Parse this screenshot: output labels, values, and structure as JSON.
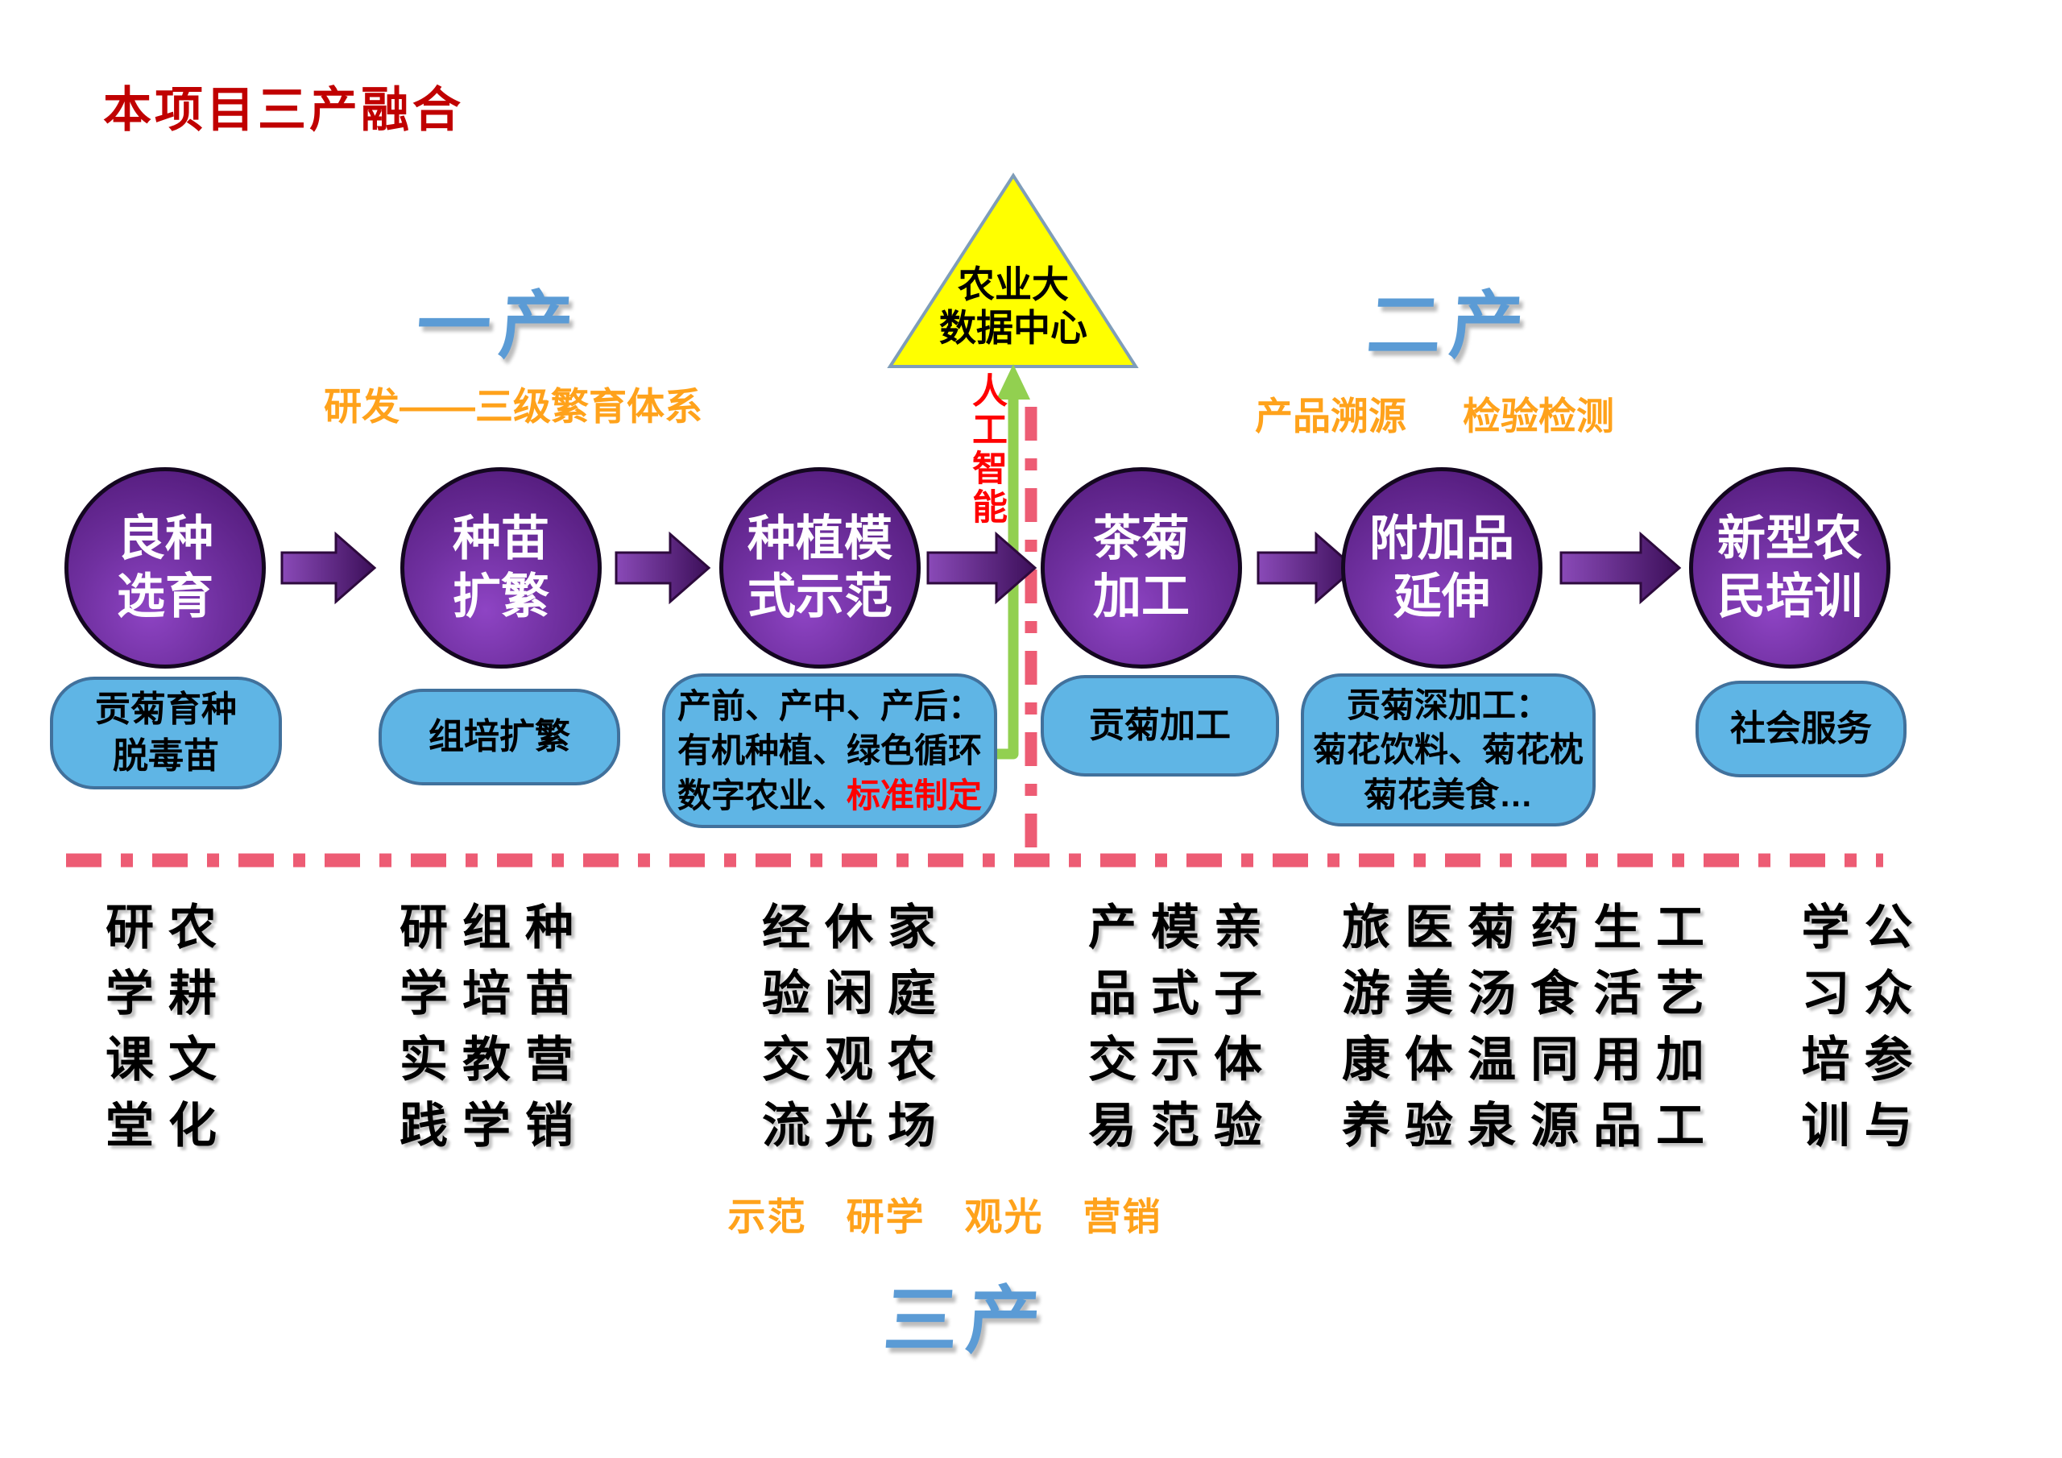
{
  "title": "本项目三产融合",
  "sections": {
    "primary_label": "一产",
    "primary_subtitle": "研发——三级繁育体系",
    "secondary_label": "二产",
    "secondary_subtitle_1": "产品溯源",
    "secondary_subtitle_2": "检验检测",
    "tertiary_label": "三产",
    "tertiary_subtitle": "示范　研学　观光　营销"
  },
  "triangle": {
    "line1": "农业大",
    "line2": "数据中心"
  },
  "ai_label": "人工智能",
  "flow": {
    "circles": [
      {
        "line1": "良种",
        "line2": "选育"
      },
      {
        "line1": "种苗",
        "line2": "扩繁"
      },
      {
        "line1": "种植模",
        "line2": "式示范"
      },
      {
        "line1": "茶菊",
        "line2": "加工"
      },
      {
        "line1": "附加品",
        "line2": "延伸"
      },
      {
        "line1": "新型农",
        "line2": "民培训"
      }
    ],
    "notes": {
      "n1": {
        "line1": "贡菊育种",
        "line2": "脱毒苗"
      },
      "n2": {
        "line1": "组培扩繁"
      },
      "n3": {
        "line1": "产前、产中、产后：",
        "line2": "有机种植、绿色循环",
        "line3a": "数字农业、",
        "line3b": "标准制定"
      },
      "n4": {
        "line1": "贡菊加工"
      },
      "n5": {
        "line1": "贡菊深加工：",
        "line2": "菊花饮料、菊花枕",
        "line3": "菊花美食…"
      },
      "n6": {
        "line1": "社会服务"
      }
    }
  },
  "word_groups": [
    {
      "rows": [
        "研农",
        "学耕",
        "课文",
        "堂化"
      ]
    },
    {
      "rows": [
        "研组种",
        "学培苗",
        "实教营",
        "践学销"
      ]
    },
    {
      "rows": [
        "经休家",
        "验闲庭",
        "交观农",
        "流光场"
      ]
    },
    {
      "rows": [
        "产模亲",
        "品式子",
        "交示体",
        "易范验"
      ]
    },
    {
      "rows": [
        "旅医菊药生工",
        "游美汤食活艺",
        "康体温同用加",
        "养验泉源品工"
      ]
    },
    {
      "rows": [
        "学公",
        "习众",
        "培参",
        "训与"
      ]
    }
  ],
  "colors": {
    "title_red": "#C00000",
    "section_blue": "#5B9BD5",
    "subtitle_orange": "#FFA21B",
    "circle_purple": "#7030A0",
    "note_blue_fill": "#5FB5E5",
    "note_blue_border": "#41719C",
    "triangle_yellow": "#FFFF00",
    "ai_arrow_green": "#92D050",
    "divider_pink": "#ED5C74",
    "highlight_red": "#FF0000"
  }
}
